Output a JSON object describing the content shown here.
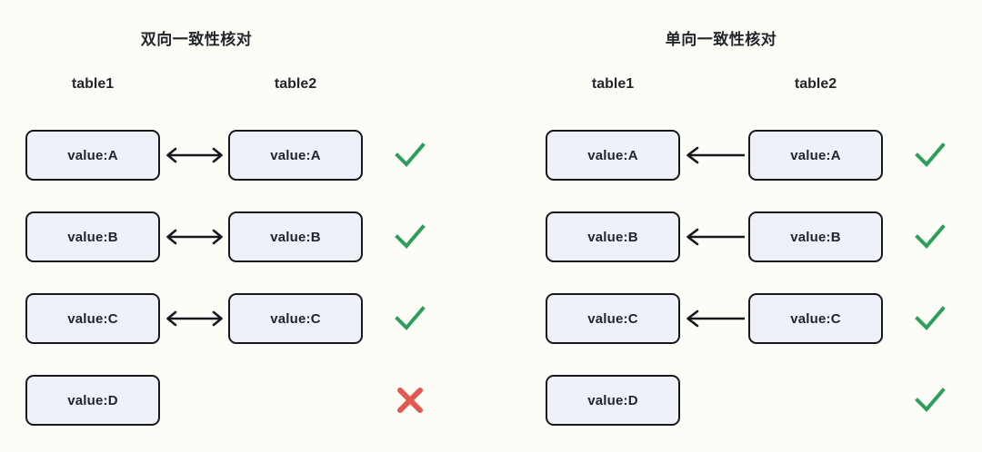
{
  "background_color": "#fdfdf8",
  "box_fill_color": "#eef1f8",
  "box_border_color": "#15181c",
  "check_color": "#2e9e5b",
  "cross_color": "#e05a52",
  "panels": [
    {
      "id": "bidirectional",
      "title": "双向一致性核对",
      "columns": [
        {
          "label": "table1"
        },
        {
          "label": "table2"
        }
      ],
      "arrow_direction": "both",
      "rows": [
        {
          "left": "value:A",
          "right": "value:A",
          "arrow": "both",
          "status": "check"
        },
        {
          "left": "value:B",
          "right": "value:B",
          "arrow": "both",
          "status": "check"
        },
        {
          "left": "value:C",
          "right": "value:C",
          "arrow": "both",
          "status": "check"
        },
        {
          "left": "value:D",
          "right": "",
          "arrow": "none",
          "status": "cross"
        }
      ]
    },
    {
      "id": "unidirectional",
      "title": "单向一致性核对",
      "columns": [
        {
          "label": "table1"
        },
        {
          "label": "table2"
        }
      ],
      "arrow_direction": "left",
      "rows": [
        {
          "left": "value:A",
          "right": "value:A",
          "arrow": "left",
          "status": "check"
        },
        {
          "left": "value:B",
          "right": "value:B",
          "arrow": "left",
          "status": "check"
        },
        {
          "left": "value:C",
          "right": "value:C",
          "arrow": "left",
          "status": "check"
        },
        {
          "left": "value:D",
          "right": "",
          "arrow": "none",
          "status": "check"
        }
      ]
    }
  ],
  "icons": {
    "check": "check-icon",
    "cross": "cross-icon",
    "arrow_both": "double-arrow-icon",
    "arrow_left": "left-arrow-icon"
  }
}
